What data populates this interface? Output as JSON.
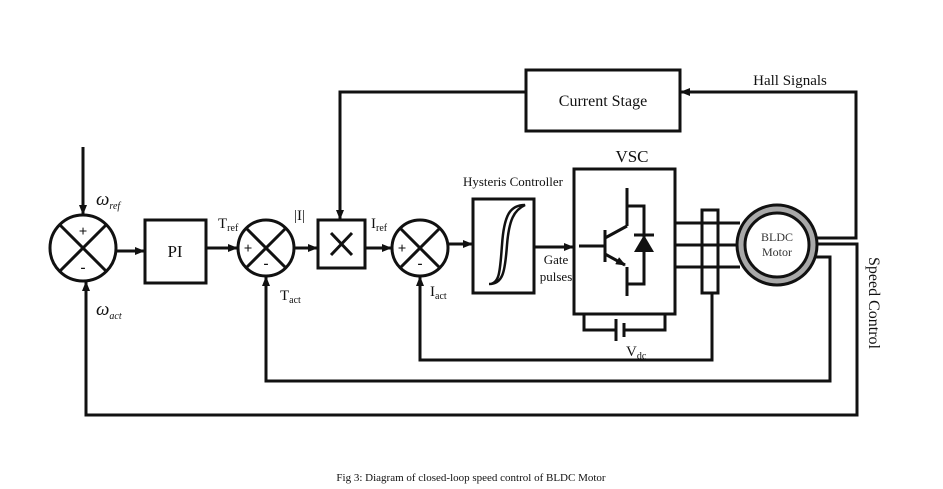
{
  "diagram": {
    "blocks": {
      "pi": "PI",
      "current_stage": "Current Stage",
      "hysteresis_label": "Hysteris Controller",
      "vsc_label": "VSC",
      "motor_line1": "BLDC",
      "motor_line2": "Motor"
    },
    "signals": {
      "omega_ref": {
        "base": "ω",
        "sub": "ref"
      },
      "omega_act": {
        "base": "ω",
        "sub": "act"
      },
      "t_ref": {
        "base": "T",
        "sub": "ref"
      },
      "t_act": {
        "base": "T",
        "sub": "act"
      },
      "abs_i": "|I|",
      "i_ref": {
        "base": "I",
        "sub": "ref"
      },
      "i_act": {
        "base": "I",
        "sub": "act"
      },
      "gate_line1": "Gate",
      "gate_line2": "pulses",
      "vdc": {
        "base": "V",
        "sub": "dc"
      },
      "hall": "Hall Signals",
      "speed_control": "Speed Control"
    },
    "signs": {
      "plus": "+",
      "minus": "-"
    },
    "caption": "Fig 3: Diagram of closed-loop speed control of BLDC Motor"
  }
}
